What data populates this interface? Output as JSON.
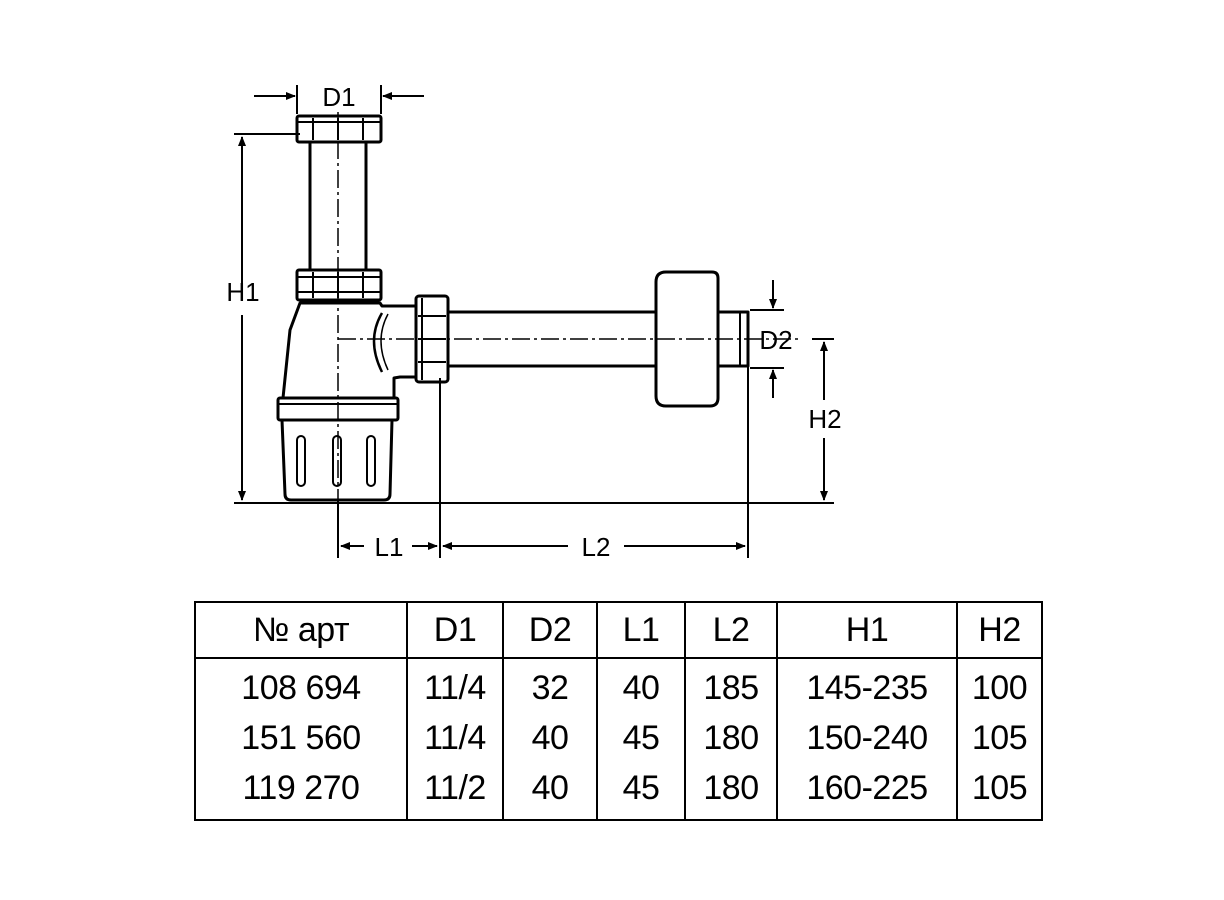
{
  "diagram": {
    "labels": {
      "d1": "D1",
      "d2": "D2",
      "h1": "H1",
      "h2": "H2",
      "l1": "L1",
      "l2": "L2"
    }
  },
  "table": {
    "headers": [
      "№ арт",
      "D1",
      "D2",
      "L1",
      "L2",
      "H1",
      "H2"
    ],
    "rows": [
      [
        "108 694",
        "11/4",
        "32",
        "40",
        "185",
        "145-235",
        "100"
      ],
      [
        "151 560",
        "11/4",
        "40",
        "45",
        "180",
        "150-240",
        "105"
      ],
      [
        "119 270",
        "11/2",
        "40",
        "45",
        "180",
        "160-225",
        "105"
      ]
    ]
  }
}
